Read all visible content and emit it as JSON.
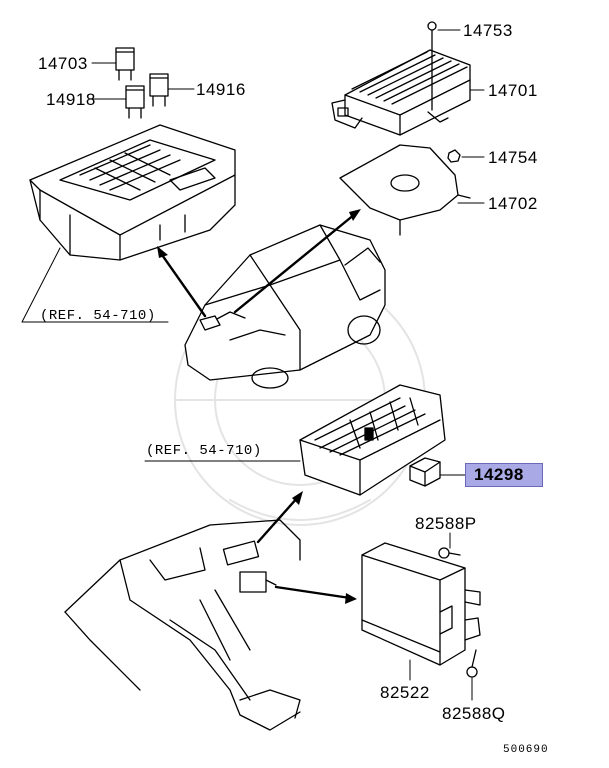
{
  "parts": {
    "p14703": "14703",
    "p14918": "14918",
    "p14916": "14916",
    "p14753": "14753",
    "p14701": "14701",
    "p14754": "14754",
    "p14702": "14702",
    "p14298": "14298",
    "p82588P": "82588P",
    "p82522": "82522",
    "p82588Q": "82588Q"
  },
  "refs": {
    "ref_upper": "(REF. 54-710)",
    "ref_lower": "(REF. 54-710)"
  },
  "diagram_code": "500690",
  "colors": {
    "highlight": "#a9a9e6",
    "line": "#000000"
  }
}
